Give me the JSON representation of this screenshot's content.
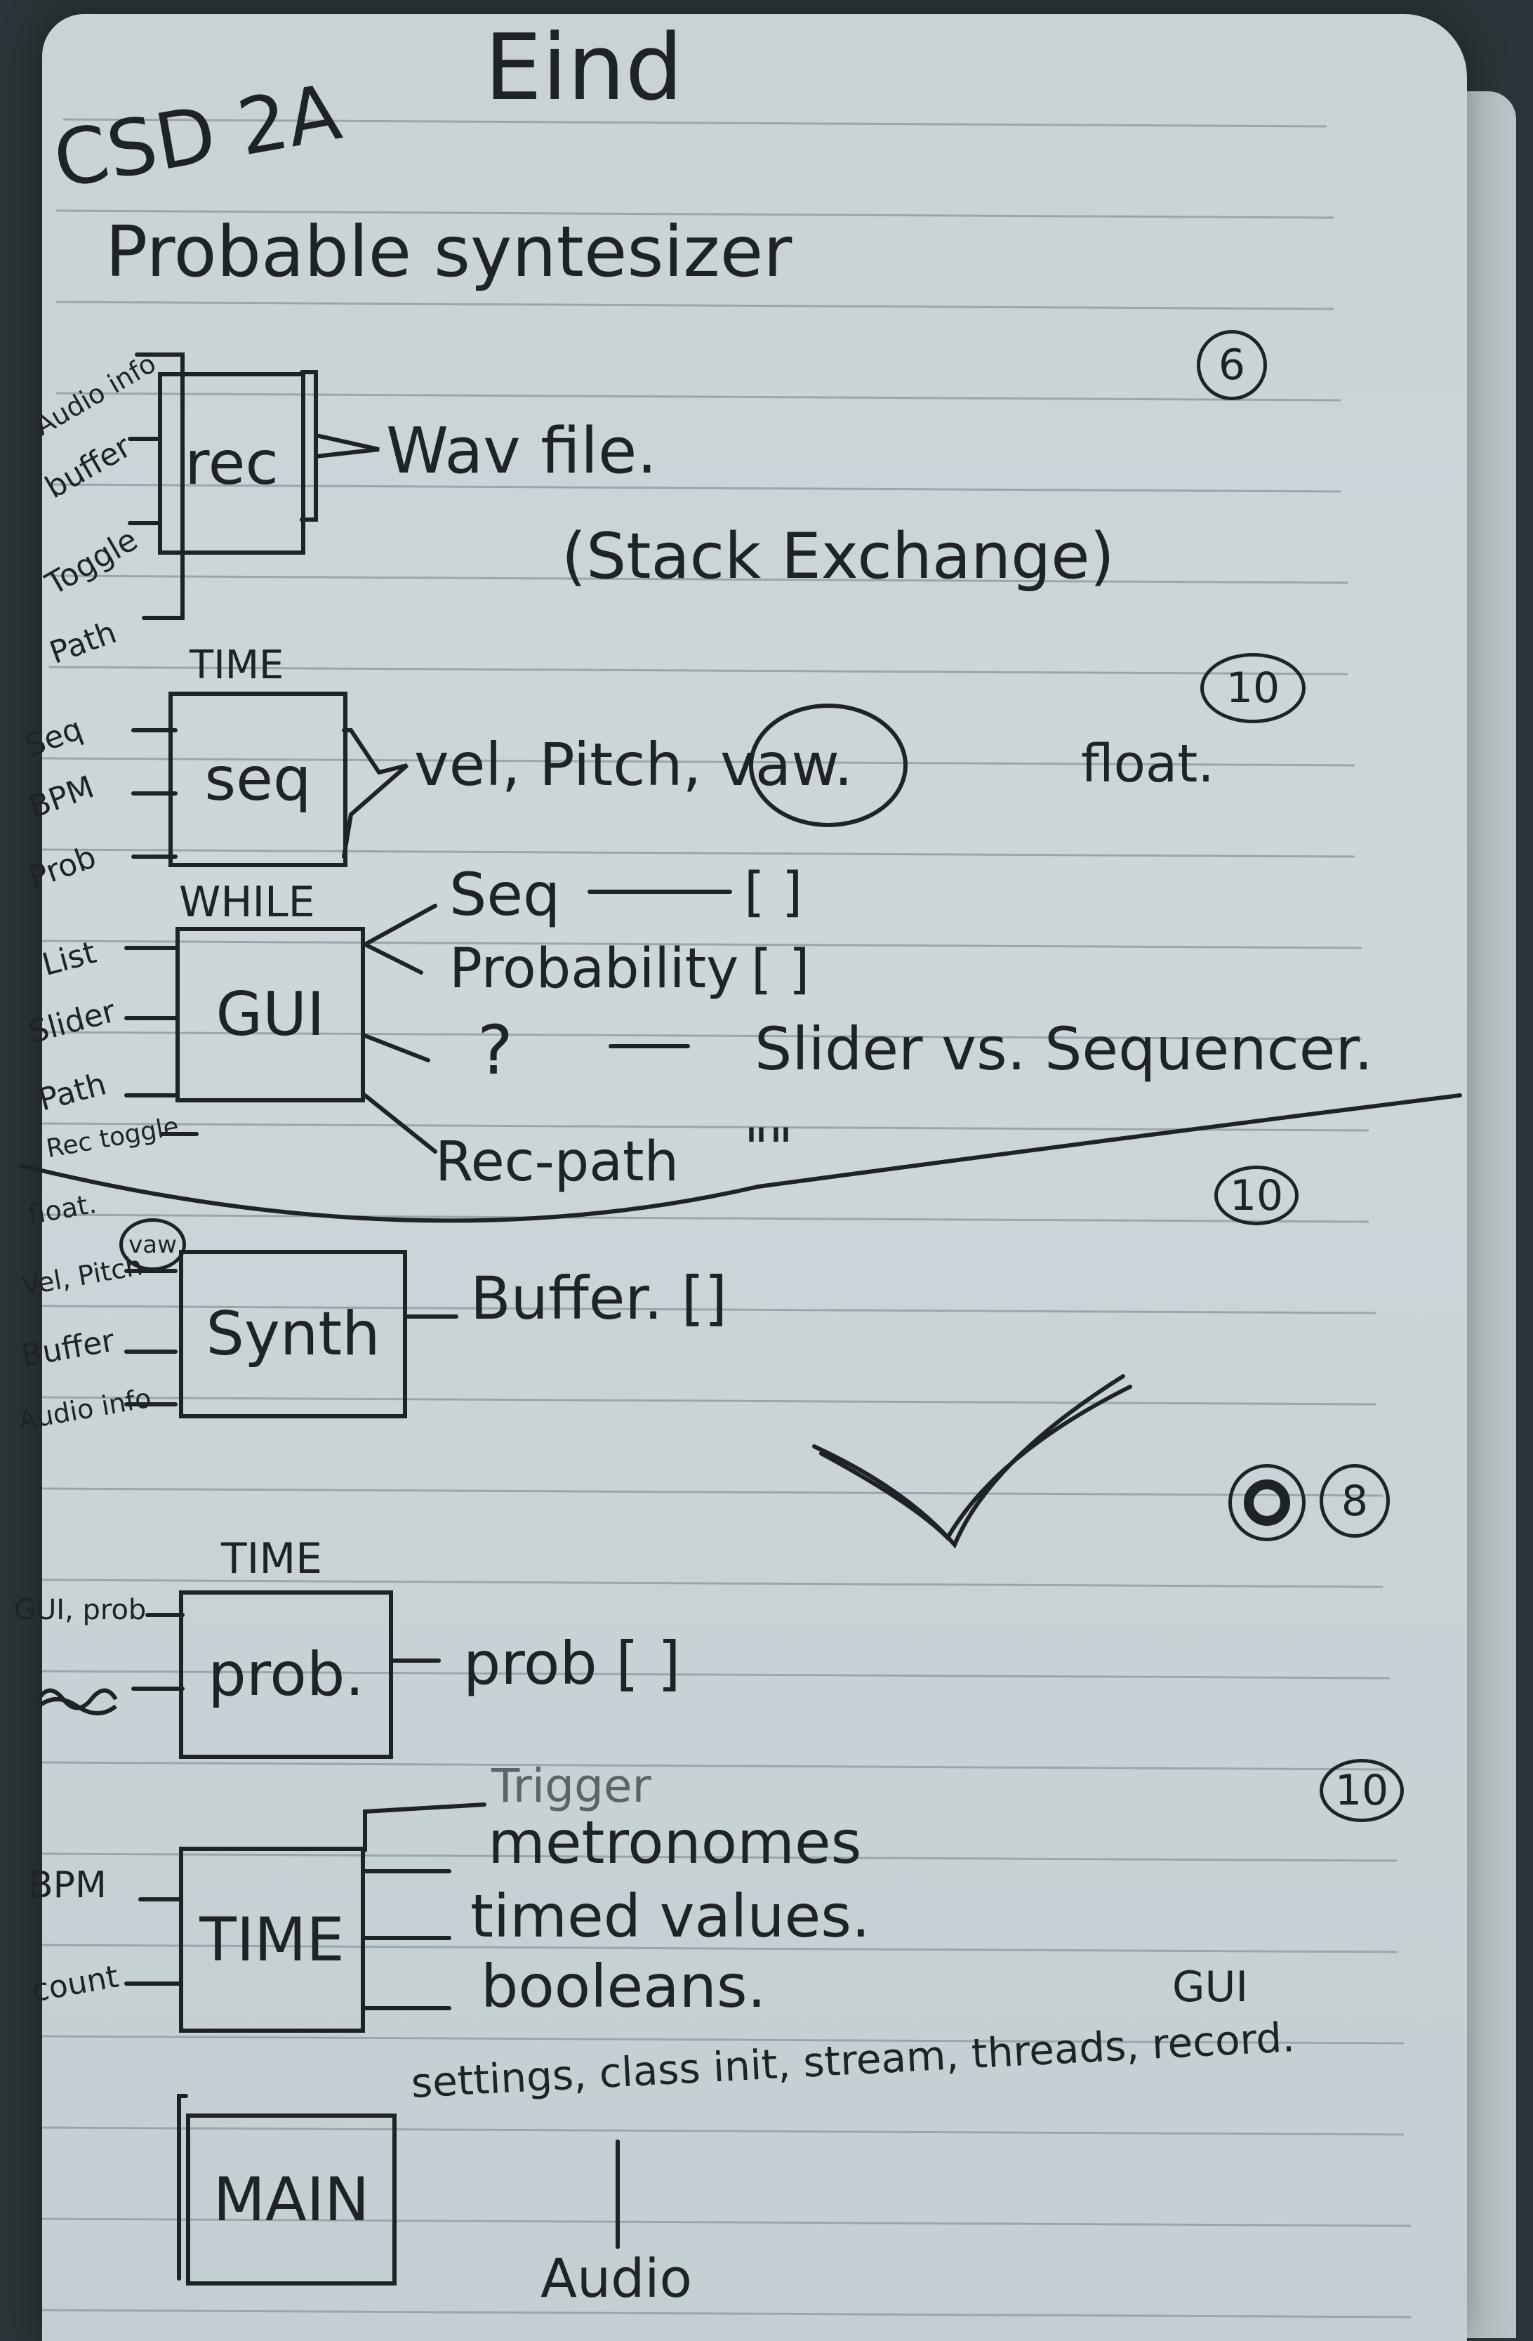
{
  "title": {
    "course": "CSD 2A",
    "label": "Eind"
  },
  "subtitle": "Probable syntesizer",
  "modules": {
    "rec": {
      "name": "rec",
      "inputs": [
        "Audio info",
        "buffer",
        "Toggle",
        "Path"
      ],
      "output": "Wav file.",
      "note": "(Stack Exchange)",
      "score": "6"
    },
    "seq": {
      "name": "seq",
      "time_label": "TIME",
      "inputs": [
        "Seq",
        "BPM",
        "Prob"
      ],
      "output": "vel, Pitch, vaw.",
      "output_type": "float.",
      "score": "10"
    },
    "gui": {
      "name": "GUI",
      "while_label": "WHILE",
      "inputs": [
        "List",
        "Slider",
        "Path",
        "Rec toggle"
      ],
      "outputs": [
        {
          "label": "Seq",
          "type": "[ ]"
        },
        {
          "label": "Probability",
          "type": "[ ]"
        },
        {
          "label": "?",
          "type": "Slider vs. Sequencer."
        },
        {
          "label": "Rec-path",
          "type": "\"\""
        }
      ]
    },
    "synth": {
      "name": "Synth",
      "inputs": [
        "float.",
        "vaw",
        "Vel, Pitch",
        "Buffer",
        "Audio info"
      ],
      "output": "Buffer. []",
      "score": "10"
    },
    "prob": {
      "name": "prob.",
      "time_label": "TIME",
      "inputs": [
        "GUI, prob"
      ],
      "output": "prob [ ]",
      "scores": [
        "8"
      ]
    },
    "time": {
      "name": "TIME",
      "inputs": [
        "BPM",
        "count"
      ],
      "outputs": [
        "Trigger",
        "metronomes",
        "timed values.",
        "booleans."
      ],
      "score": "10"
    },
    "main": {
      "name": "MAIN",
      "text": "settings, class init, stream, threads, record.",
      "gui_label": "GUI",
      "audio_label": "Audio"
    }
  },
  "ink_color": "#1e2326",
  "paper_color": "#c9d3d6"
}
